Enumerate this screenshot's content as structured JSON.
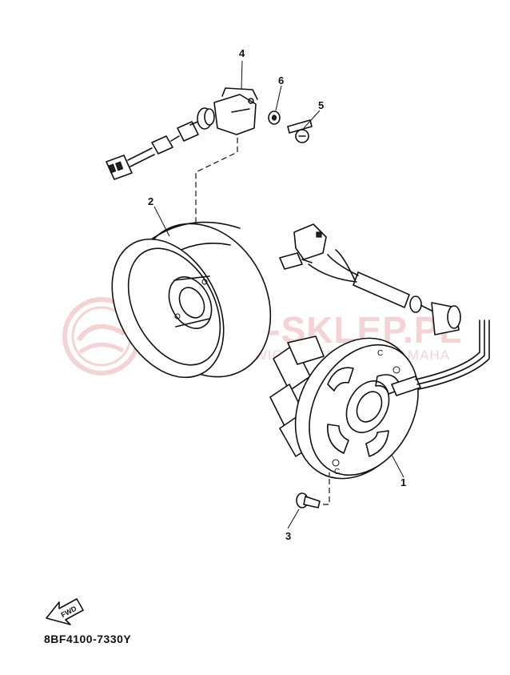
{
  "watermark": {
    "main": "YAMA-SKLEP.PL",
    "sub": "WOJCIECHOWICZ REKREACJA YAMAHA"
  },
  "callouts": {
    "c1": "1",
    "c2": "2",
    "c3": "3",
    "c4": "4",
    "c5": "5",
    "c6": "6"
  },
  "fwd_label": "FWD",
  "part_code": "8BF4100-7330Y"
}
